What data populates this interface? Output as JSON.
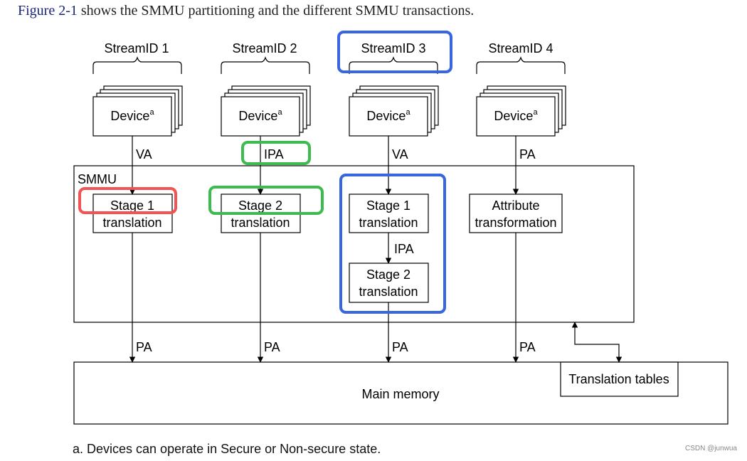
{
  "intro": {
    "figure_ref": "Figure 2-1",
    "text": " shows the SMMU partitioning and the different SMMU transactions."
  },
  "streams": [
    {
      "id_label": "StreamID 1",
      "device": "Device",
      "device_sup": "a",
      "input_addr": "VA",
      "unit_lines": [
        "Stage 1",
        "translation"
      ],
      "output_addr": "PA"
    },
    {
      "id_label": "StreamID 2",
      "device": "Device",
      "device_sup": "a",
      "input_addr": "IPA",
      "unit_lines": [
        "Stage 2",
        "translation"
      ],
      "output_addr": "PA"
    },
    {
      "id_label": "StreamID 3",
      "device": "Device",
      "device_sup": "a",
      "input_addr": "VA",
      "unit_lines": [
        "Stage 1",
        "translation"
      ],
      "mid_addr": "IPA",
      "unit2_lines": [
        "Stage 2",
        "translation"
      ],
      "output_addr": "PA"
    },
    {
      "id_label": "StreamID 4",
      "device": "Device",
      "device_sup": "a",
      "input_addr": "PA",
      "unit_lines": [
        "Attribute",
        "transformation"
      ],
      "output_addr": "PA"
    }
  ],
  "smmu": {
    "label": "SMMU"
  },
  "memory": {
    "label": "Main memory",
    "tables_label": "Translation tables"
  },
  "footnote": "a. Devices can operate in Secure or Non-secure state.",
  "watermark": "CSDN @junwua",
  "highlight_colors": {
    "red": "#f05454",
    "green": "#3dbb4f",
    "blue": "#3766e0"
  }
}
